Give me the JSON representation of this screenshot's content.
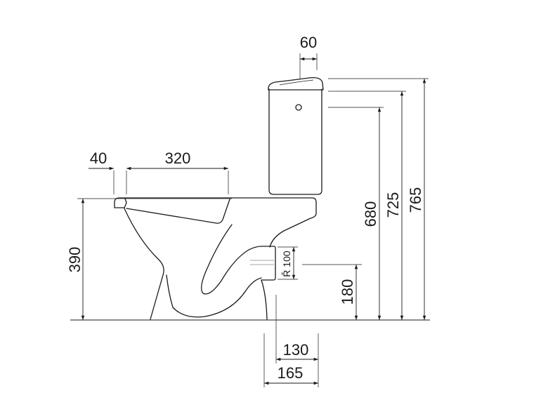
{
  "colors": {
    "line": "#1a1a1a",
    "background": "#ffffff"
  },
  "dimensions": {
    "lid_width": "60",
    "rim_offset": "40",
    "bowl_length": "320",
    "rim_height": "390",
    "height_a": "680",
    "height_b": "725",
    "height_c": "765",
    "outlet_radius": "Ř 100",
    "outlet_height": "180",
    "outlet_axis": "130",
    "outlet_depth": "165"
  }
}
